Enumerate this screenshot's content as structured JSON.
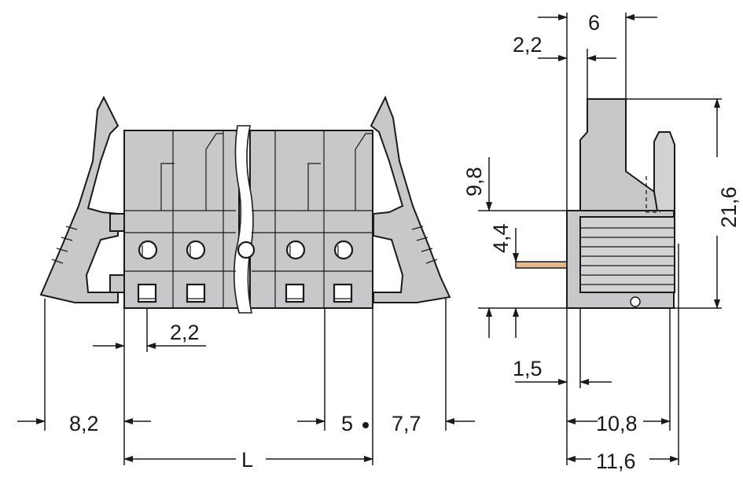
{
  "dimensions": {
    "front_top_pitch": "2,2",
    "front_left_offset": "8,2",
    "front_length": "L",
    "front_pitch": "5",
    "front_right_offset": "7,7",
    "side_top_small": "2,2",
    "side_top_width": "6",
    "side_height_98": "9,8",
    "side_pin_44": "4,4",
    "side_total_height": "21,6",
    "side_pin_15": "1,5",
    "side_depth_108": "10,8",
    "side_depth_116": "11,6"
  },
  "colors": {
    "housing": "#c8c8ca",
    "pin": "#e4b98c",
    "line": "#1a1a1a"
  }
}
